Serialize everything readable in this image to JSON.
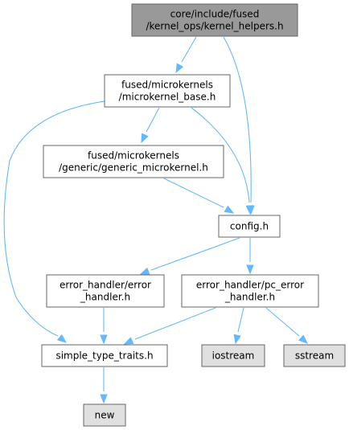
{
  "diagram": {
    "colors": {
      "edge": "#63b8ff",
      "focus_fill": "#999999",
      "node_fill": "#ffffff",
      "external_fill": "#e0e0e0",
      "border": "#666666"
    },
    "nodes": [
      {
        "id": "kernel_helpers",
        "kind": "focus",
        "lines": [
          "core/include/fused",
          "/kernel_ops/kernel_helpers.h"
        ]
      },
      {
        "id": "microkernel_base",
        "kind": "file",
        "lines": [
          "fused/microkernels",
          "/microkernel_base.h"
        ]
      },
      {
        "id": "generic_microkernel",
        "kind": "file",
        "lines": [
          "fused/microkernels",
          "/generic/generic_microkernel.h"
        ]
      },
      {
        "id": "config",
        "kind": "file",
        "lines": [
          "config.h"
        ]
      },
      {
        "id": "error_handler",
        "kind": "file",
        "lines": [
          "error_handler/error",
          "_handler.h"
        ]
      },
      {
        "id": "pc_error_handler",
        "kind": "file",
        "lines": [
          "error_handler/pc_error",
          "_handler.h"
        ]
      },
      {
        "id": "simple_type_traits",
        "kind": "file",
        "lines": [
          "simple_type_traits.h"
        ]
      },
      {
        "id": "iostream",
        "kind": "external",
        "lines": [
          "iostream"
        ]
      },
      {
        "id": "sstream",
        "kind": "external",
        "lines": [
          "sstream"
        ]
      },
      {
        "id": "new",
        "kind": "external",
        "lines": [
          "new"
        ]
      }
    ],
    "edges": [
      {
        "from": "kernel_helpers",
        "to": "microkernel_base"
      },
      {
        "from": "kernel_helpers",
        "to": "config"
      },
      {
        "from": "microkernel_base",
        "to": "generic_microkernel"
      },
      {
        "from": "microkernel_base",
        "to": "config"
      },
      {
        "from": "microkernel_base",
        "to": "simple_type_traits"
      },
      {
        "from": "generic_microkernel",
        "to": "config"
      },
      {
        "from": "config",
        "to": "error_handler"
      },
      {
        "from": "config",
        "to": "pc_error_handler"
      },
      {
        "from": "error_handler",
        "to": "simple_type_traits"
      },
      {
        "from": "pc_error_handler",
        "to": "simple_type_traits"
      },
      {
        "from": "pc_error_handler",
        "to": "iostream"
      },
      {
        "from": "pc_error_handler",
        "to": "sstream"
      },
      {
        "from": "simple_type_traits",
        "to": "new"
      }
    ]
  }
}
